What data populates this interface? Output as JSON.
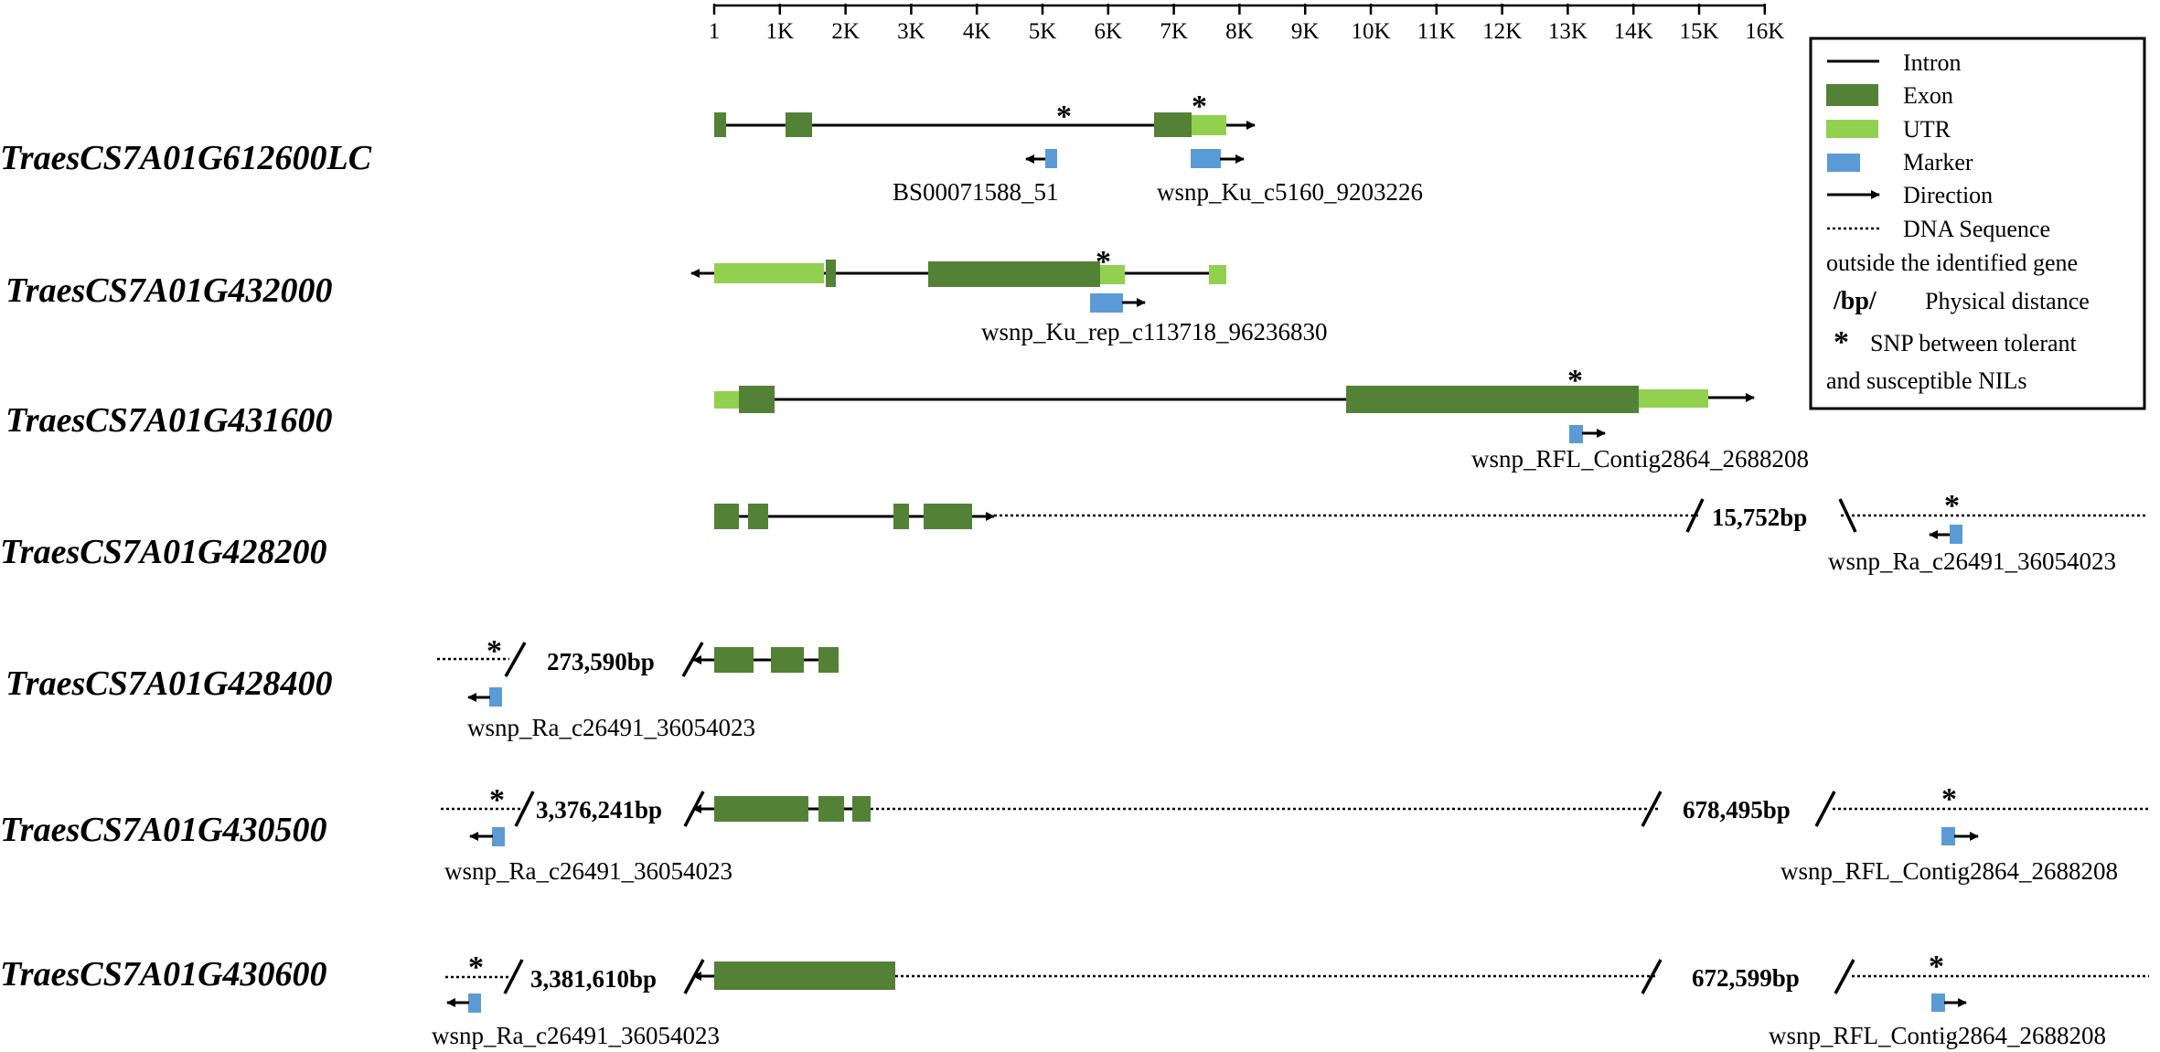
{
  "axis": {
    "ticks": [
      "1",
      "1K",
      "2K",
      "3K",
      "4K",
      "5K",
      "6K",
      "7K",
      "8K",
      "9K",
      "10K",
      "11K",
      "12K",
      "13K",
      "14K",
      "15K",
      "16K"
    ]
  },
  "colors": {
    "exon": "#538135",
    "utr": "#92d050",
    "marker": "#5b9bd5",
    "line": "#000000"
  },
  "legend": {
    "intron": "Intron",
    "exon": "Exon",
    "utr": "UTR",
    "marker": "Marker",
    "direction": "Direction",
    "dna_line1": "DNA Sequence",
    "dna_line2": "outside the identified gene",
    "bp_symbol": "/bp/",
    "physical_distance": "Physical distance",
    "snp_symbol": "*",
    "snp_line1": "SNP between tolerant",
    "snp_line2": "and susceptible NILs"
  },
  "genes": [
    {
      "name": "TraesCS7A01G612600LC",
      "markers": [
        "BS00071588_51",
        "wsnp_Ku_c5160_9203226"
      ]
    },
    {
      "name": "TraesCS7A01G432000",
      "markers": [
        "wsnp_Ku_rep_c113718_96236830"
      ]
    },
    {
      "name": "TraesCS7A01G431600",
      "markers": [
        "wsnp_RFL_Contig2864_2688208"
      ]
    },
    {
      "name": "TraesCS7A01G428200",
      "markers": [
        "wsnp_Ra_c26491_36054023"
      ],
      "distances": [
        "15,752bp"
      ]
    },
    {
      "name": "TraesCS7A01G428400",
      "markers": [
        "wsnp_Ra_c26491_36054023"
      ],
      "distances": [
        "273,590bp"
      ]
    },
    {
      "name": "TraesCS7A01G430500",
      "markers": [
        "wsnp_Ra_c26491_36054023",
        "wsnp_RFL_Contig2864_2688208"
      ],
      "distances": [
        "3,376,241bp",
        "678,495bp"
      ]
    },
    {
      "name": "TraesCS7A01G430600",
      "markers": [
        "wsnp_Ra_c26491_36054023",
        "wsnp_RFL_Contig2864_2688208"
      ],
      "distances": [
        "3,381,610bp",
        "672,599bp"
      ]
    }
  ],
  "snp_symbol": "*"
}
